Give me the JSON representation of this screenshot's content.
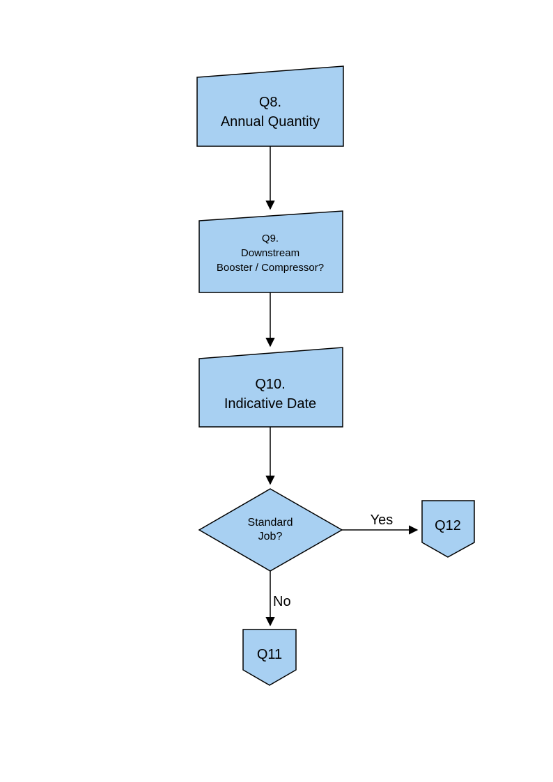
{
  "diagram": {
    "nodes": {
      "q8": {
        "line1": "Q8.",
        "line2": "Annual Quantity"
      },
      "q9": {
        "line1": "Q9.",
        "line2": "Downstream",
        "line3": "Booster / Compressor?"
      },
      "q10": {
        "line1": "Q10.",
        "line2": "Indicative Date"
      },
      "decision": {
        "line1": "Standard",
        "line2": "Job?"
      },
      "q11": {
        "label": "Q11"
      },
      "q12": {
        "label": "Q12"
      }
    },
    "edge_labels": {
      "yes": "Yes",
      "no": "No"
    },
    "colors": {
      "node_fill": "#A8D0F2",
      "node_border": "#000000",
      "connector": "#000000",
      "background": "#FFFFFF"
    }
  }
}
